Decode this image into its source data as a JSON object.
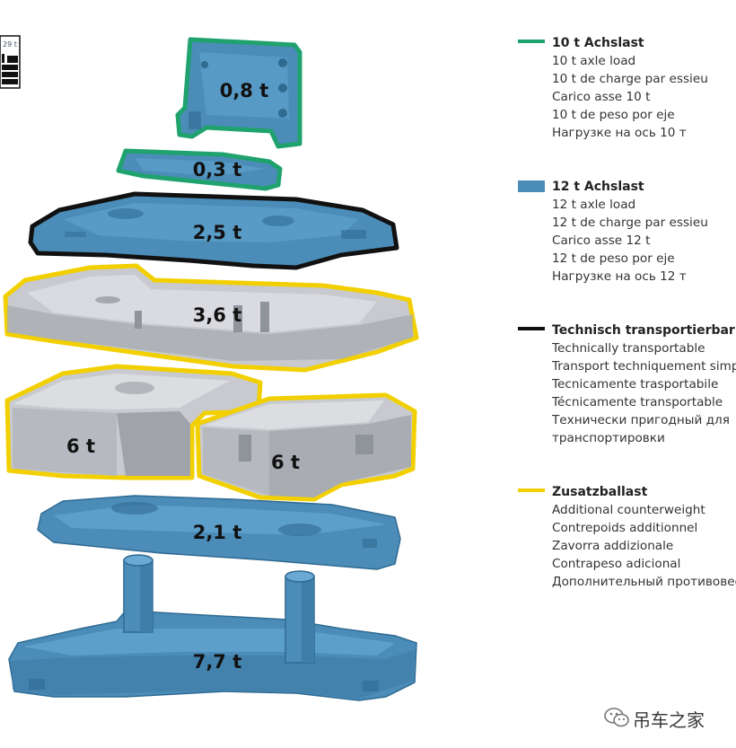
{
  "colors": {
    "blue": "#4b8db8",
    "blue_dark": "#2f6a92",
    "grey": "#c8cacf",
    "grey_dark": "#8f939a",
    "green": "#1fa26d",
    "black": "#111111",
    "yellow": "#f2d000"
  },
  "stamp": {
    "text": "29 t",
    "icon": "crane-stack-icon"
  },
  "parts": [
    {
      "weight": "0,8 t",
      "tonnes": 0.8,
      "group": "10t"
    },
    {
      "weight": "0,3 t",
      "tonnes": 0.3,
      "group": "10t"
    },
    {
      "weight": "2,5 t",
      "tonnes": 2.5,
      "group": "12t"
    },
    {
      "weight": "3,6 t",
      "tonnes": 3.6,
      "group": "ballast"
    },
    {
      "weight": "6 t",
      "tonnes": 6,
      "group": "ballast"
    },
    {
      "weight": "6 t",
      "tonnes": 6,
      "group": "ballast"
    },
    {
      "weight": "2,1 t",
      "tonnes": 2.1,
      "group": "12t"
    },
    {
      "weight": "7,7 t",
      "tonnes": 7.7,
      "group": "12t"
    }
  ],
  "legend": [
    {
      "title": "10 t Achslast",
      "swatch": "line",
      "color": "#1fa26d",
      "lines": [
        "10 t axle load",
        "10 t de charge par essieu",
        "Carico asse 10 t",
        "10 t de peso por eje",
        "Нагрузке на ось 10 т"
      ]
    },
    {
      "title": "12 t Achslast",
      "swatch": "box",
      "color": "#4b8db8",
      "lines": [
        "12 t axle load",
        "12 t de charge par essieu",
        "Carico asse 12 t",
        "12 t de peso por eje",
        "Нагрузке на ось 12 т"
      ]
    },
    {
      "title": "Technisch transportierbar",
      "swatch": "line",
      "color": "#111111",
      "lines": [
        "Technically transportable",
        "Transport techniquement simple",
        "Tecnicamente trasportabile",
        "Técnicamente transportable",
        "Технически пригодный для",
        "транспортировки"
      ]
    },
    {
      "title": "Zusatzballast",
      "swatch": "line",
      "color": "#f2d000",
      "lines": [
        "Additional counterweight",
        "Contrepoids additionnel",
        "Zavorra addizionale",
        "Contrapeso adicional",
        "Дополнительный противовес"
      ]
    }
  ],
  "watermark": {
    "text": "吊车之家",
    "icon": "wechat-icon"
  }
}
